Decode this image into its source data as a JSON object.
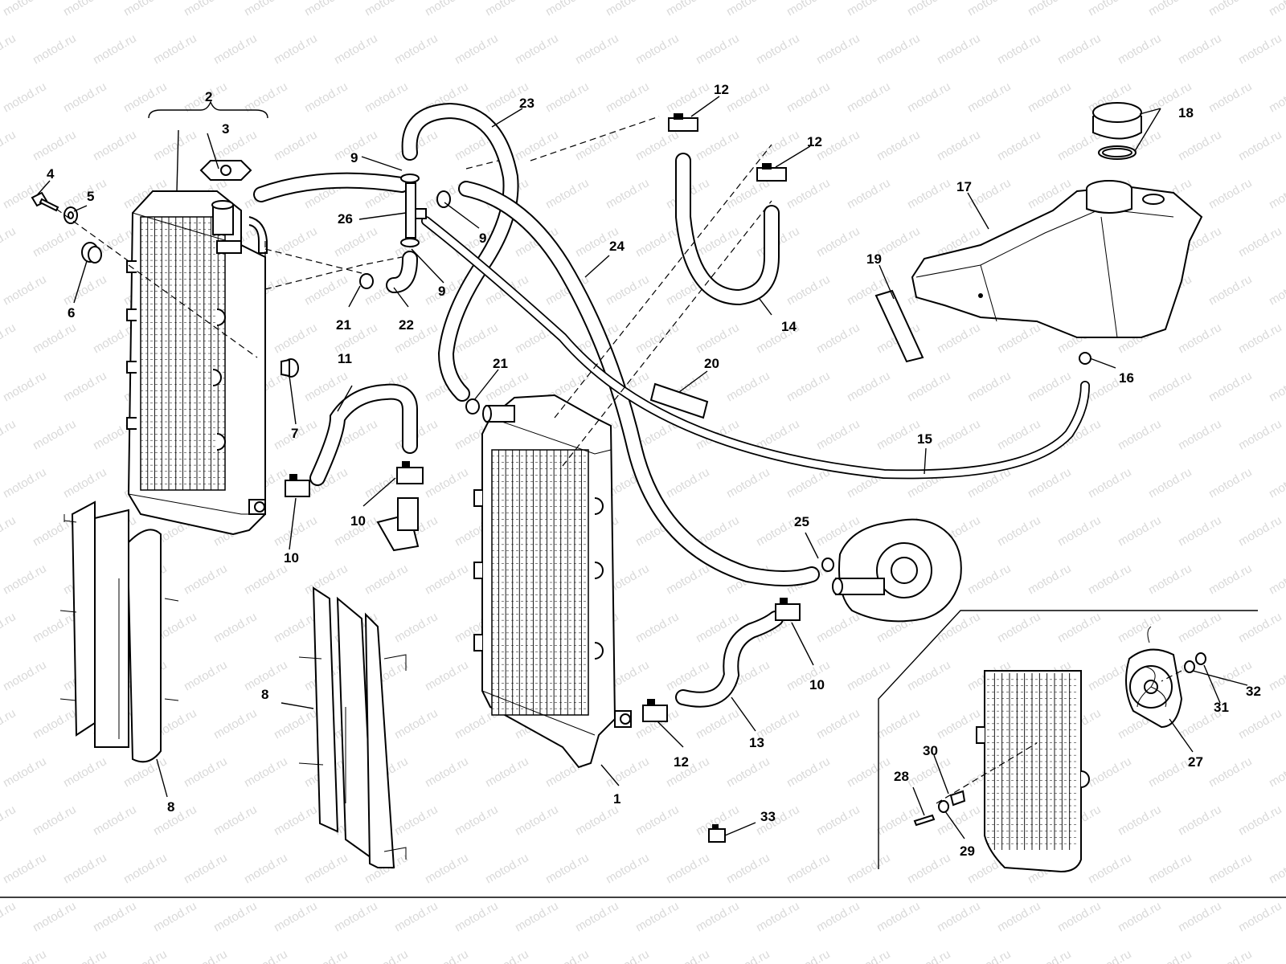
{
  "watermark": {
    "text": "motod.ru"
  },
  "callouts": {
    "radiator_right": "1",
    "radiator_left": "2",
    "radiator_cap": "3",
    "bolt": "4",
    "washer": "5",
    "grommet": "6",
    "bushing": "7",
    "guard_left": "8",
    "guard_center": "8",
    "clip_upper": "9",
    "clip_middle": "9",
    "clip_lower": "9",
    "clamp_left_bottom": "10",
    "clamp_center": "10",
    "clamp_pump": "10",
    "hose_11": "11",
    "clamp_top": "12",
    "clamp_top2": "12",
    "clamp_bottom": "12",
    "hose_13": "13",
    "hose_14": "14",
    "hose_15": "15",
    "clamp_16": "16",
    "expansion_tank": "17",
    "tank_cap": "18",
    "pad_19": "19",
    "pad_20": "20",
    "clamp_21_left": "21",
    "clamp_21_right": "21",
    "hose_22": "22",
    "hose_23": "23",
    "hose_24": "24",
    "clamp_25": "25",
    "fitting_26": "26",
    "fan": "27",
    "fan_screw": "28",
    "fan_washer": "29",
    "fan_spacer": "30",
    "fan_washer2": "31",
    "fan_nut": "32",
    "clamp_33": "33"
  }
}
